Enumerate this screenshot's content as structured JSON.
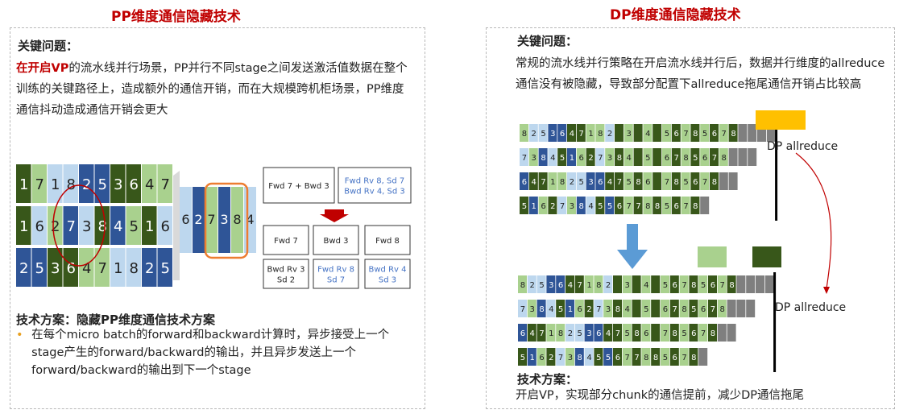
{
  "left": {
    "title": "PP维度通信隐藏技术",
    "problem_heading": "关键问题：",
    "problem_lead": "在开启VP",
    "problem_rest": "的流水线并行场景，PP并行不同stage之间发送激活值数据在整个训练的关键路径上，造成额外的通信开销，而在大规模跨机柜场景，PP维度通信抖动造成通信开销会更大",
    "grid_rows": [
      [
        "1",
        "7",
        "1",
        "8",
        "2",
        "5",
        "3",
        "6",
        "4",
        "7"
      ],
      [
        "1",
        "6",
        "2",
        "7",
        "3",
        "8",
        "4",
        "5",
        "1",
        "6"
      ],
      [
        "2",
        "5",
        "3",
        "6",
        "4",
        "7",
        "1",
        "8",
        "2",
        "5"
      ]
    ],
    "zoom_cells": [
      "6",
      "2",
      "7",
      "3",
      "8",
      "4"
    ],
    "flow": {
      "top_left": "Fwd 7 + Bwd 3",
      "top_right": "Fwd Rv 8, Sd 7\nBwd Rv 4, Sd 3",
      "mid": [
        "Fwd 7",
        "Bwd 3",
        "Fwd 8"
      ],
      "bot": [
        "Bwd Rv 3\nSd 2",
        "Fwd Rv 8\nSd 7",
        "Bwd Rv 4\nSd 3"
      ]
    },
    "solution_heading": "技术方案：隐藏PP维度通信技术方案",
    "solution_text": "在每个micro batch的forward和backward计算时，异步接受上一个stage产生的forward/backward的输出，并且异步发送上一个forward/backward的输出到下一个stage"
  },
  "right": {
    "title": "DP维度通信隐藏技术",
    "problem_heading": "关键问题：",
    "problem_text": "常规的流水线并行策略在开启流水线并行后，数据并行维度的allreduce通信没有被隐藏，导致部分配置下allreduce拖尾通信开销占比较高",
    "top_rows": [
      [
        "8",
        "2",
        "5",
        "3",
        "6",
        "4",
        "7",
        "1",
        "8",
        "2",
        "",
        "3",
        "",
        "4",
        "",
        "5",
        "6",
        "7",
        "8",
        "5",
        "6",
        "7",
        "8"
      ],
      [
        "7",
        "3",
        "8",
        "4",
        "5",
        "1",
        "6",
        "2",
        "7",
        "3",
        "8",
        "4",
        "",
        "5",
        "",
        "6",
        "7",
        "8",
        "5",
        "6",
        "7",
        "8"
      ],
      [
        "6",
        "4",
        "7",
        "1",
        "8",
        "2",
        "5",
        "3",
        "6",
        "4",
        "7",
        "5",
        "8",
        "6",
        "",
        "7",
        "8",
        "5",
        "6",
        "7",
        "8"
      ],
      [
        "5",
        "1",
        "6",
        "2",
        "7",
        "3",
        "8",
        "4",
        "5",
        "5",
        "6",
        "7",
        "7",
        "8",
        "8",
        "5",
        "6",
        "7",
        "8"
      ]
    ],
    "bottom_rows": [
      [
        "8",
        "2",
        "5",
        "3",
        "6",
        "4",
        "7",
        "1",
        "8",
        "2",
        "",
        "3",
        "",
        "4",
        "",
        "5",
        "6",
        "7",
        "8",
        "5",
        "6",
        "7",
        "8"
      ],
      [
        "7",
        "3",
        "8",
        "4",
        "5",
        "1",
        "6",
        "2",
        "7",
        "3",
        "8",
        "4",
        "",
        "5",
        "",
        "6",
        "7",
        "8",
        "5",
        "6",
        "7",
        "8"
      ],
      [
        "6",
        "4",
        "7",
        "1",
        "8",
        "2",
        "5",
        "3",
        "6",
        "4",
        "7",
        "5",
        "8",
        "6",
        "",
        "7",
        "8",
        "5",
        "6",
        "7",
        "8"
      ],
      [
        "5",
        "1",
        "6",
        "2",
        "7",
        "3",
        "8",
        "4",
        "5",
        "5",
        "6",
        "7",
        "7",
        "8",
        "8",
        "5",
        "6",
        "7",
        "8"
      ]
    ],
    "dp_label_top": "DP allreduce",
    "dp_label_bottom": "DP allreduce",
    "solution_heading": "技术方案：",
    "solution_text": "开启VP，实现部分chunk的通信提前，减少DP通信拖尾"
  },
  "colors": {
    "dark_green": "#38571a",
    "light_green": "#a9d18e",
    "dark_blue": "#2f5597",
    "light_blue": "#bdd7ee",
    "gray": "#7f7f7f",
    "gold": "#ffc000",
    "accent_red": "#c00000",
    "arrow_blue": "#5b9bd5"
  }
}
